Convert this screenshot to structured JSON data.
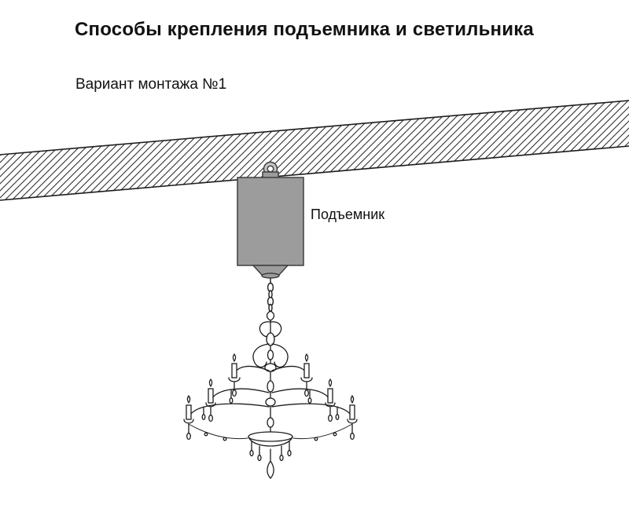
{
  "title": "Способы крепления подъемника и светильника",
  "subtitle": "Вариант монтажа №1",
  "diagram": {
    "lift_label": "Подъемник",
    "colors": {
      "lift_fill": "#9c9c9c",
      "line": "#1d1d1d",
      "hatch_line": "#2e2e2e"
    }
  }
}
